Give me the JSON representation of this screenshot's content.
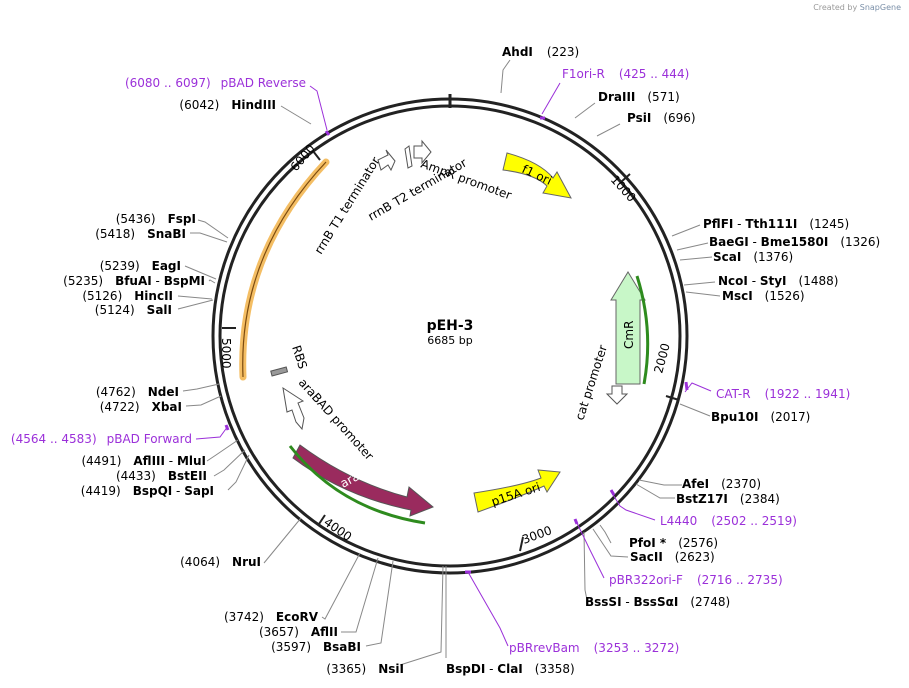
{
  "credit": {
    "prefix": "Created by",
    "brand": "SnapGene"
  },
  "plasmid": {
    "name": "pEH-3",
    "size_label": "6685 bp",
    "length": 6685
  },
  "colors": {
    "enzyme_text": "#000000",
    "primer": "#9b30d9",
    "backbone": "#222222",
    "yellow_feature": "#ffff00",
    "arac": "#9a2b5e",
    "cmr": "#c8f7c8",
    "orange_feature": "#f0a830",
    "green_feature": "#2e8b1e"
  },
  "ticks": [
    "1000",
    "2000",
    "3000",
    "4000",
    "5000",
    "6000"
  ],
  "enzymes": [
    {
      "names": [
        "AhdI"
      ],
      "pos": "(223)"
    },
    {
      "names": [
        "DraIII"
      ],
      "pos": "(571)"
    },
    {
      "names": [
        "PsiI"
      ],
      "pos": "(696)"
    },
    {
      "names": [
        "PflFI",
        "Tth111I"
      ],
      "pos": "(1245)"
    },
    {
      "names": [
        "BaeGI",
        "Bme1580I"
      ],
      "pos": "(1326)"
    },
    {
      "names": [
        "ScaI"
      ],
      "pos": "(1376)"
    },
    {
      "names": [
        "NcoI",
        "StyI"
      ],
      "pos": "(1488)"
    },
    {
      "names": [
        "MscI"
      ],
      "pos": "(1526)"
    },
    {
      "names": [
        "Bpu10I"
      ],
      "pos": "(2017)"
    },
    {
      "names": [
        "AfeI"
      ],
      "pos": "(2370)"
    },
    {
      "names": [
        "BstZ17I"
      ],
      "pos": "(2384)"
    },
    {
      "names": [
        "PfoI *"
      ],
      "pos": "(2576)"
    },
    {
      "names": [
        "SacII"
      ],
      "pos": "(2623)"
    },
    {
      "names": [
        "BssSI",
        "BssSαI"
      ],
      "pos": "(2748)"
    },
    {
      "names": [
        "BspDI",
        "ClaI"
      ],
      "pos": "(3358)"
    },
    {
      "names": [
        "NsiI"
      ],
      "pos": "(3365)"
    },
    {
      "names": [
        "BsaBI"
      ],
      "pos": "(3597)"
    },
    {
      "names": [
        "AflII"
      ],
      "pos": "(3657)"
    },
    {
      "names": [
        "EcoRV"
      ],
      "pos": "(3742)"
    },
    {
      "names": [
        "NruI"
      ],
      "pos": "(4064)"
    },
    {
      "names": [
        "BspQI",
        "SapI"
      ],
      "pos": "(4419)"
    },
    {
      "names": [
        "BstEII"
      ],
      "pos": "(4433)"
    },
    {
      "names": [
        "AflIII",
        "MluI"
      ],
      "pos": "(4491)"
    },
    {
      "names": [
        "XbaI"
      ],
      "pos": "(4722)"
    },
    {
      "names": [
        "NdeI"
      ],
      "pos": "(4762)"
    },
    {
      "names": [
        "SalI"
      ],
      "pos": "(5124)"
    },
    {
      "names": [
        "HincII"
      ],
      "pos": "(5126)"
    },
    {
      "names": [
        "BfuAI",
        "BspMI"
      ],
      "pos": "(5235)"
    },
    {
      "names": [
        "EagI"
      ],
      "pos": "(5239)"
    },
    {
      "names": [
        "SnaBI"
      ],
      "pos": "(5418)"
    },
    {
      "names": [
        "FspI"
      ],
      "pos": "(5436)"
    },
    {
      "names": [
        "HindIII"
      ],
      "pos": "(6042)"
    }
  ],
  "primers": [
    {
      "name": "F1ori-R",
      "range": "(425 .. 444)"
    },
    {
      "name": "CAT-R",
      "range": "(1922 .. 1941)"
    },
    {
      "name": "L4440",
      "range": "(2502 .. 2519)"
    },
    {
      "name": "pBR322ori-F",
      "range": "(2716 .. 2735)"
    },
    {
      "name": "pBRrevBam",
      "range": "(3253 .. 3272)"
    },
    {
      "name": "pBAD Forward",
      "range": "(4564 .. 4583)"
    },
    {
      "name": "pBAD Reverse",
      "range": "(6080 .. 6097)"
    }
  ],
  "features": [
    {
      "name": "f1 ori",
      "color": "#ffff00"
    },
    {
      "name": "CmR",
      "color": "#c8f7c8"
    },
    {
      "name": "cat promoter",
      "color": "#ffffff"
    },
    {
      "name": "p15A ori",
      "color": "#ffff00"
    },
    {
      "name": "araC",
      "color": "#9a2b5e"
    },
    {
      "name": "araBAD promoter",
      "color": "#ffffff"
    },
    {
      "name": "RBS",
      "color": "#999999"
    },
    {
      "name": "rrnB T1 terminator",
      "color": "#ffffff"
    },
    {
      "name": "rrnB T2 terminator",
      "color": "#ffffff"
    },
    {
      "name": "AmpR promoter",
      "color": "#ffffff"
    }
  ]
}
